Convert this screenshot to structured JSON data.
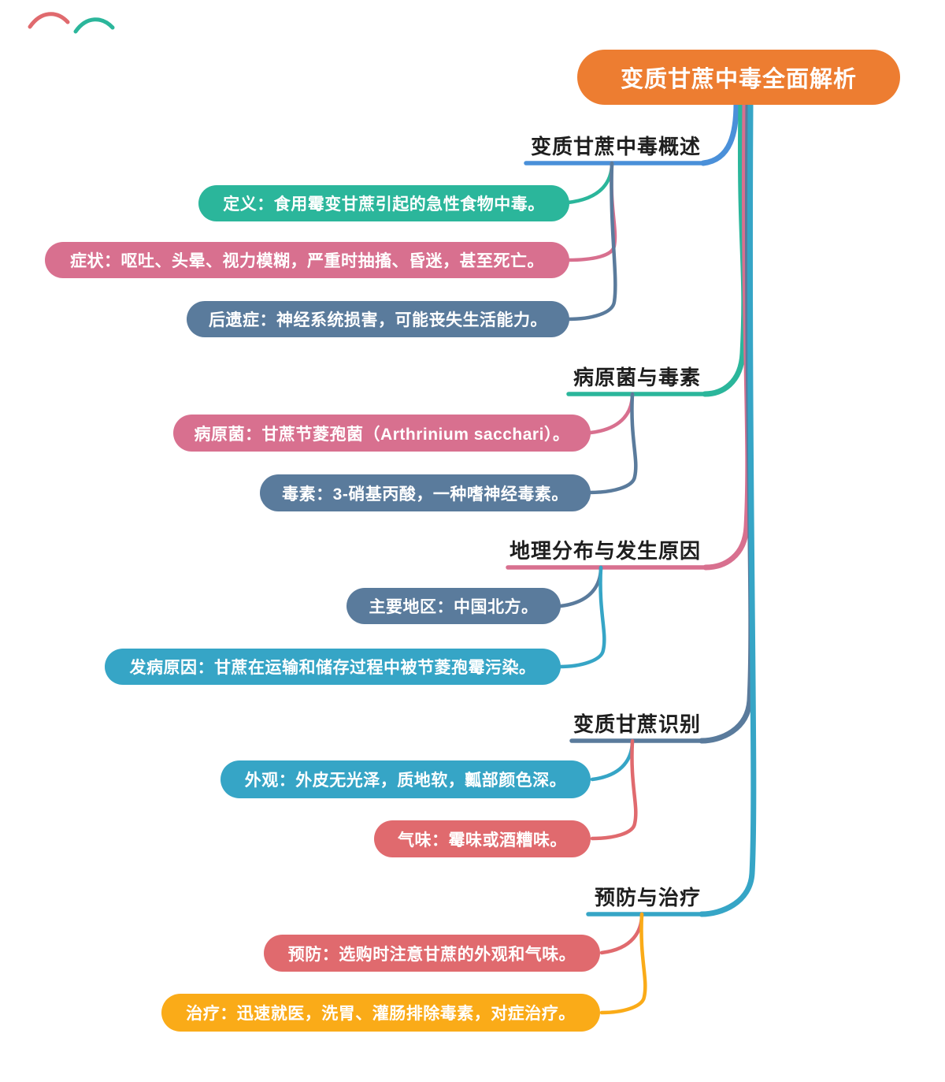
{
  "root": {
    "label": "变质甘蔗中毒全面解析",
    "color": "#ED7D31",
    "text_color": "#FFFFFF"
  },
  "branches": [
    {
      "label": "变质甘蔗中毒概述",
      "color": "#4A90D9",
      "children": [
        {
          "label": "定义：食用霉变甘蔗引起的急性食物中毒。",
          "color": "#2BB69B"
        },
        {
          "label": "症状：呕吐、头晕、视力模糊，严重时抽搐、昏迷，甚至死亡。",
          "color": "#D8708F"
        },
        {
          "label": "后遗症：神经系统损害，可能丧失生活能力。",
          "color": "#5A7B9C"
        }
      ]
    },
    {
      "label": "病原菌与毒素",
      "color": "#2BB69B",
      "children": [
        {
          "label": "病原菌：甘蔗节菱孢菌（Arthrinium sacchari）。",
          "color": "#D8708F"
        },
        {
          "label": "毒素：3-硝基丙酸，一种嗜神经毒素。",
          "color": "#5A7B9C"
        }
      ]
    },
    {
      "label": "地理分布与发生原因",
      "color": "#D8708F",
      "children": [
        {
          "label": "主要地区：中国北方。",
          "color": "#5A7B9C"
        },
        {
          "label": "发病原因：甘蔗在运输和储存过程中被节菱孢霉污染。",
          "color": "#36A5C6"
        }
      ]
    },
    {
      "label": "变质甘蔗识别",
      "color": "#5A7B9C",
      "children": [
        {
          "label": "外观：外皮无光泽，质地软，瓤部颜色深。",
          "color": "#36A5C6"
        },
        {
          "label": "气味：霉味或酒糟味。",
          "color": "#E06A6E"
        }
      ]
    },
    {
      "label": "预防与治疗",
      "color": "#36A5C6",
      "children": [
        {
          "label": "预防：选购时注意甘蔗的外观和气味。",
          "color": "#E06A6E"
        },
        {
          "label": "治疗：迅速就医，洗胃、灌肠排除毒素，对症治疗。",
          "color": "#FAAB18"
        }
      ]
    }
  ],
  "decoration": {
    "doodle_red": "#E06A6E",
    "doodle_teal": "#2BB69B"
  }
}
